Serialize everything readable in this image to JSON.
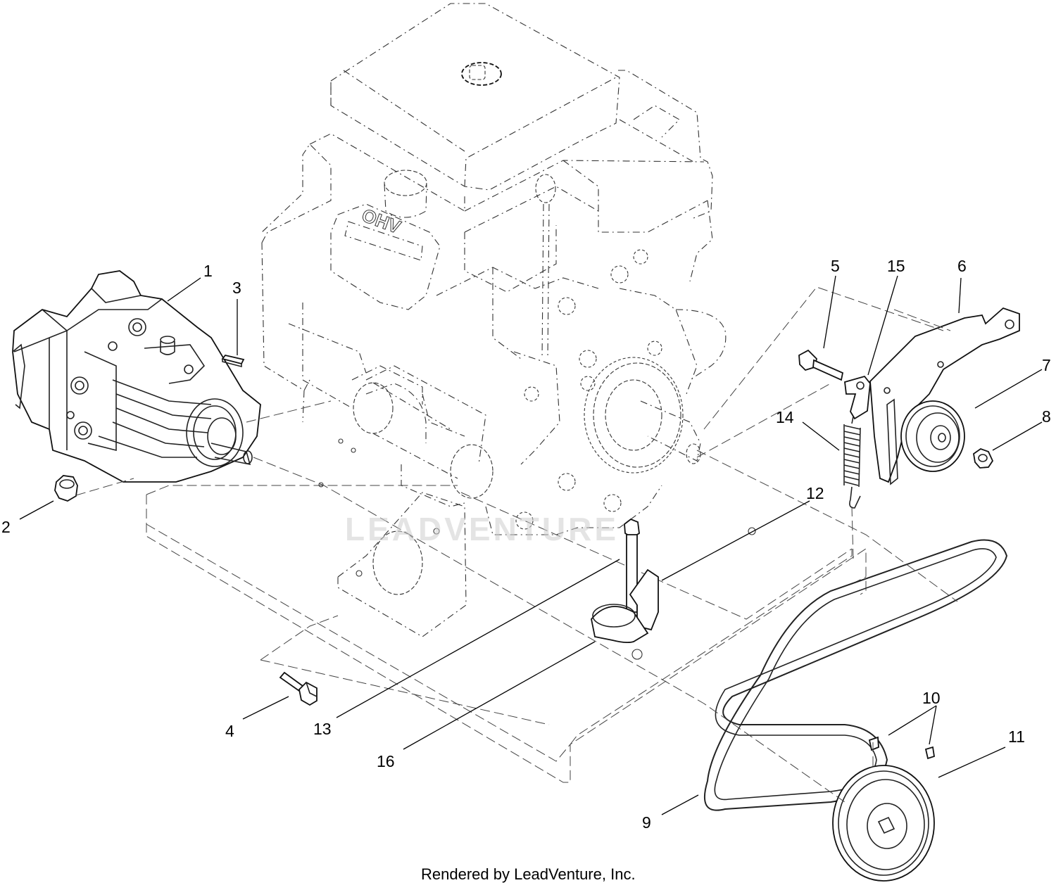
{
  "callouts": [
    {
      "id": "1",
      "text": "1"
    },
    {
      "id": "2",
      "text": "2"
    },
    {
      "id": "3",
      "text": "3"
    },
    {
      "id": "4",
      "text": "4"
    },
    {
      "id": "5",
      "text": "5"
    },
    {
      "id": "6",
      "text": "6"
    },
    {
      "id": "7",
      "text": "7"
    },
    {
      "id": "8",
      "text": "8"
    },
    {
      "id": "9",
      "text": "9"
    },
    {
      "id": "10",
      "text": "10"
    },
    {
      "id": "11",
      "text": "11"
    },
    {
      "id": "12",
      "text": "12"
    },
    {
      "id": "13",
      "text": "13"
    },
    {
      "id": "14",
      "text": "14"
    },
    {
      "id": "15",
      "text": "15"
    },
    {
      "id": "16",
      "text": "16"
    }
  ],
  "engine_label": "OHV",
  "watermark": "LEADVENTURE",
  "footer": "Rendered by LeadVenture, Inc."
}
